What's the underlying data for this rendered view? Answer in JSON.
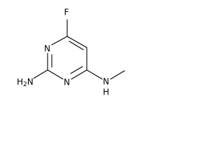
{
  "molecule": {
    "labels": {
      "fluorine": "F",
      "ring_nitrogen_top": "N",
      "ring_nitrogen_bottom": "N",
      "amino_2": "H2N",
      "amino_4": "N",
      "amino_4_hydrogen": "H"
    }
  },
  "colors": {
    "bond": "#000000",
    "text": "#000000",
    "background": "#ffffff"
  }
}
